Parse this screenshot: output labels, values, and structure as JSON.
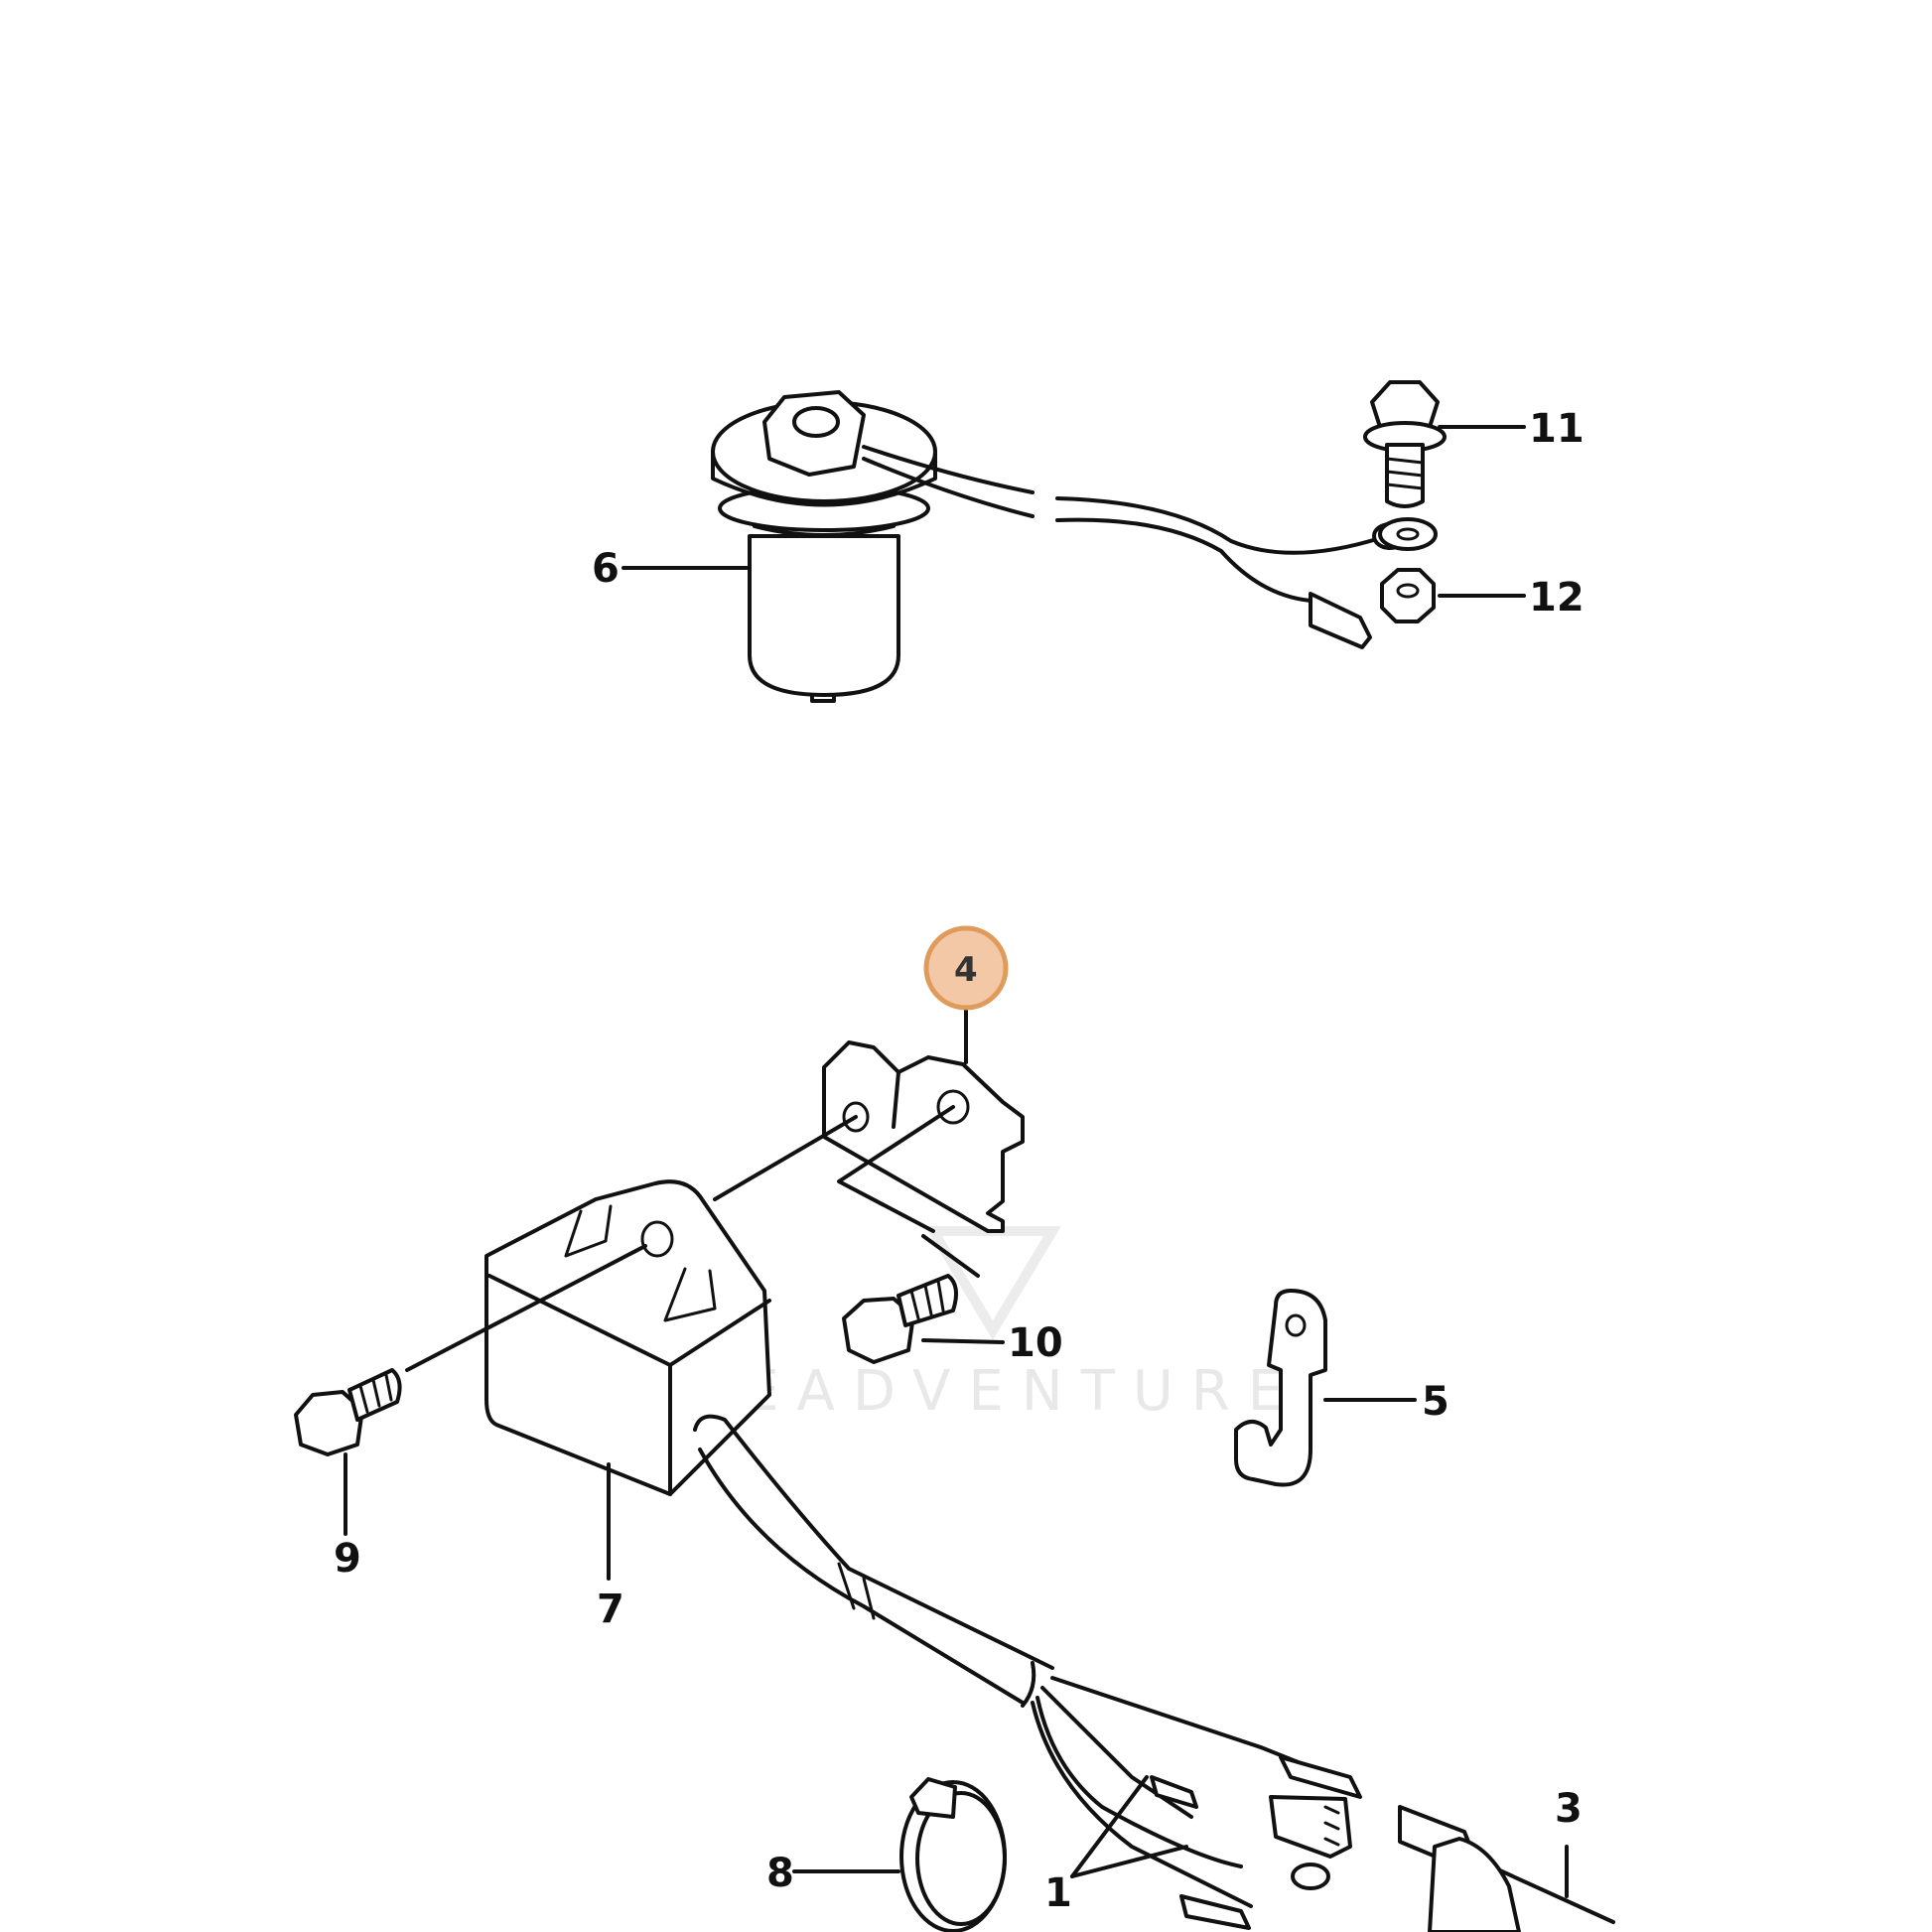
{
  "watermark": "LEADVENTURE",
  "highlight_color": "#f2c8a6",
  "highlight_ring_color": "#e09a5a",
  "callouts": {
    "c1": "1",
    "c3": "3",
    "c4": "4",
    "c5": "5",
    "c6": "6",
    "c7": "7",
    "c8": "8",
    "c9": "9",
    "c10": "10",
    "c11": "11",
    "c12": "12"
  }
}
